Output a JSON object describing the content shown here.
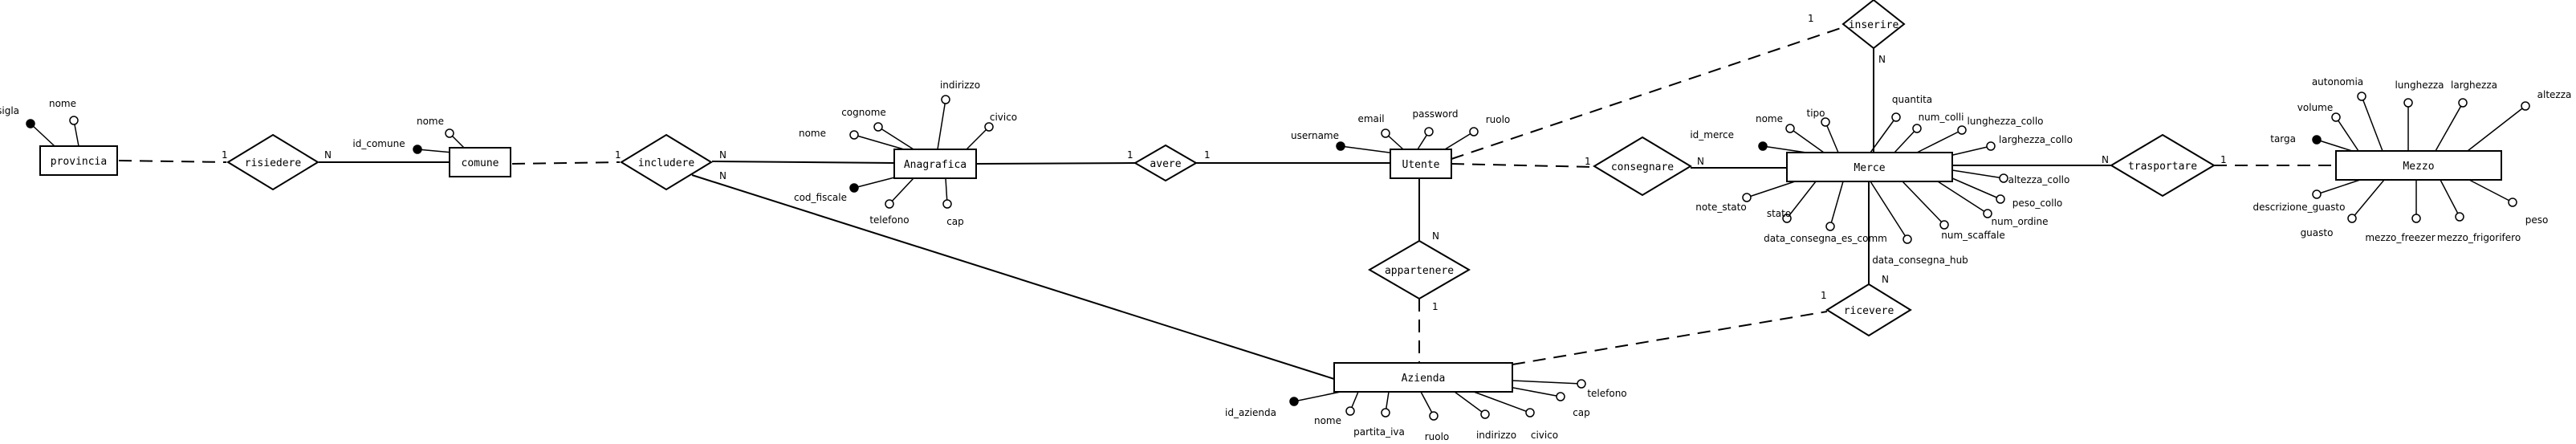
{
  "entities": [
    {
      "id": "provincia",
      "label": "provincia",
      "attrs": [
        {
          "label": "sigla",
          "key": true
        },
        {
          "label": "nome",
          "key": false
        }
      ]
    },
    {
      "id": "comune",
      "label": "comune",
      "attrs": [
        {
          "label": "id_comune",
          "key": true
        },
        {
          "label": "nome",
          "key": false
        }
      ]
    },
    {
      "id": "anagrafica",
      "label": "Anagrafica",
      "attrs": [
        {
          "label": "nome",
          "key": false
        },
        {
          "label": "cognome",
          "key": false
        },
        {
          "label": "indirizzo",
          "key": false
        },
        {
          "label": "civico",
          "key": false
        },
        {
          "label": "cod_fiscale",
          "key": true
        },
        {
          "label": "telefono",
          "key": false
        },
        {
          "label": "cap",
          "key": false
        }
      ]
    },
    {
      "id": "utente",
      "label": "Utente",
      "attrs": [
        {
          "label": "username",
          "key": true
        },
        {
          "label": "email",
          "key": false
        },
        {
          "label": "password",
          "key": false
        },
        {
          "label": "ruolo",
          "key": false
        }
      ]
    },
    {
      "id": "azienda",
      "label": "Azienda",
      "attrs": [
        {
          "label": "id_azienda",
          "key": true
        },
        {
          "label": "nome",
          "key": false
        },
        {
          "label": "partita_iva",
          "key": false
        },
        {
          "label": "ruolo",
          "key": false
        },
        {
          "label": "indirizzo",
          "key": false
        },
        {
          "label": "civico",
          "key": false
        },
        {
          "label": "cap",
          "key": false
        },
        {
          "label": "telefono",
          "key": false
        }
      ]
    },
    {
      "id": "merce",
      "label": "Merce",
      "attrs": [
        {
          "label": "id_merce",
          "key": true
        },
        {
          "label": "nome",
          "key": false
        },
        {
          "label": "tipo",
          "key": false
        },
        {
          "label": "quantita",
          "key": false
        },
        {
          "label": "num_colli",
          "key": false
        },
        {
          "label": "lunghezza_collo",
          "key": false
        },
        {
          "label": "larghezza_collo",
          "key": false
        },
        {
          "label": "altezza_collo",
          "key": false
        },
        {
          "label": "peso_collo",
          "key": false
        },
        {
          "label": "num_ordine",
          "key": false
        },
        {
          "label": "num_scaffale",
          "key": false
        },
        {
          "label": "data_consegna_hub",
          "key": false
        },
        {
          "label": "data_consegna_es_comm",
          "key": false
        },
        {
          "label": "stato",
          "key": false
        },
        {
          "label": "note_stato",
          "key": false
        }
      ]
    },
    {
      "id": "mezzo",
      "label": "Mezzo",
      "attrs": [
        {
          "label": "targa",
          "key": true
        },
        {
          "label": "volume",
          "key": false
        },
        {
          "label": "autonomia",
          "key": false
        },
        {
          "label": "lunghezza",
          "key": false
        },
        {
          "label": "larghezza",
          "key": false
        },
        {
          "label": "altezza",
          "key": false
        },
        {
          "label": "peso",
          "key": false
        },
        {
          "label": "mezzo_frigorifero",
          "key": false
        },
        {
          "label": "mezzo_freezer",
          "key": false
        },
        {
          "label": "guasto",
          "key": false
        },
        {
          "label": "descrizione_guasto",
          "key": false
        }
      ]
    }
  ],
  "relationships": [
    {
      "id": "risiedere",
      "label": "risiedere"
    },
    {
      "id": "includere",
      "label": "includere"
    },
    {
      "id": "avere",
      "label": "avere"
    },
    {
      "id": "appartenere",
      "label": "appartenere"
    },
    {
      "id": "consegnare",
      "label": "consegnare"
    },
    {
      "id": "inserire",
      "label": "inserire"
    },
    {
      "id": "ricevere",
      "label": "ricevere"
    },
    {
      "id": "trasportare",
      "label": "trasportare"
    }
  ],
  "links": [
    {
      "from": "provincia",
      "to": "risiedere",
      "style": "dashed",
      "card": "1"
    },
    {
      "from": "risiedere",
      "to": "comune",
      "style": "solid",
      "card": "N"
    },
    {
      "from": "comune",
      "to": "includere",
      "style": "dashed",
      "card": "1"
    },
    {
      "from": "includere",
      "to": "anagrafica",
      "style": "solid",
      "card": "N"
    },
    {
      "from": "includere",
      "to": "azienda",
      "style": "solid",
      "card": "N"
    },
    {
      "from": "anagrafica",
      "to": "avere",
      "style": "solid",
      "card": "1"
    },
    {
      "from": "avere",
      "to": "utente",
      "style": "solid",
      "card": "1"
    },
    {
      "from": "utente",
      "to": "appartenere",
      "style": "solid",
      "card": "N"
    },
    {
      "from": "appartenere",
      "to": "azienda",
      "style": "dashed",
      "card": "1"
    },
    {
      "from": "utente",
      "to": "consegnare",
      "style": "dashed",
      "card": "1"
    },
    {
      "from": "consegnare",
      "to": "merce",
      "style": "solid",
      "card": "N"
    },
    {
      "from": "utente",
      "to": "inserire",
      "style": "dashed",
      "card": "1"
    },
    {
      "from": "inserire",
      "to": "merce",
      "style": "solid",
      "card": "N"
    },
    {
      "from": "azienda",
      "to": "ricevere",
      "style": "dashed",
      "card": "1"
    },
    {
      "from": "ricevere",
      "to": "merce",
      "style": "solid",
      "card": "N"
    },
    {
      "from": "merce",
      "to": "trasportare",
      "style": "solid",
      "card": "N"
    },
    {
      "from": "trasportare",
      "to": "mezzo",
      "style": "dashed",
      "card": "1"
    }
  ]
}
